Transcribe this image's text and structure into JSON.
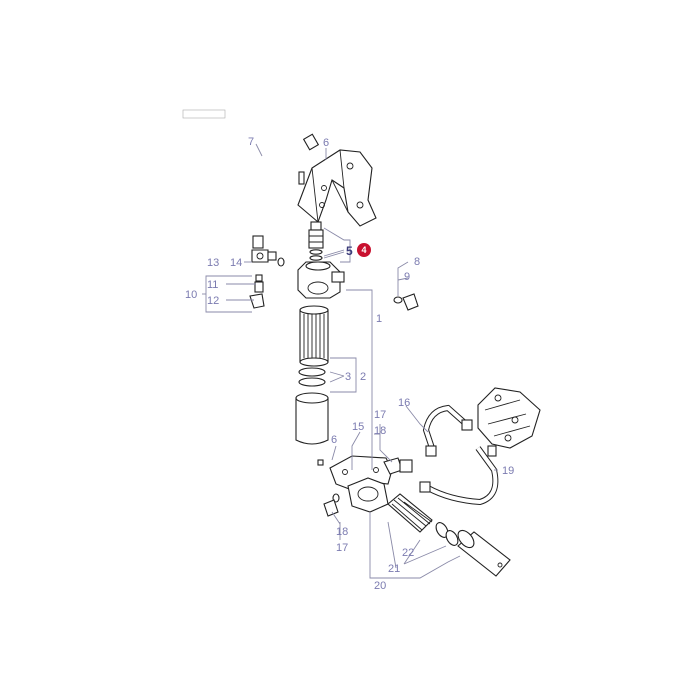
{
  "header_stamp": "",
  "callouts": {
    "c1": "1",
    "c2": "2",
    "c3": "3",
    "c4": "4",
    "c5": "5",
    "c6a": "6",
    "c6b": "6",
    "c7": "7",
    "c8": "8",
    "c9": "9",
    "c10": "10",
    "c11": "11",
    "c12": "12",
    "c13": "13",
    "c14": "14",
    "c15": "15",
    "c16": "16",
    "c17a": "17",
    "c17b": "17",
    "c18a": "18",
    "c18b": "18",
    "c19": "19",
    "c20": "20",
    "c21": "21",
    "c22": "22"
  },
  "highlight": {
    "item": "4",
    "color": "#c8102e"
  },
  "colors": {
    "label": "#7b7bb0",
    "line": "#222222",
    "leader": "#8a8aa8"
  }
}
